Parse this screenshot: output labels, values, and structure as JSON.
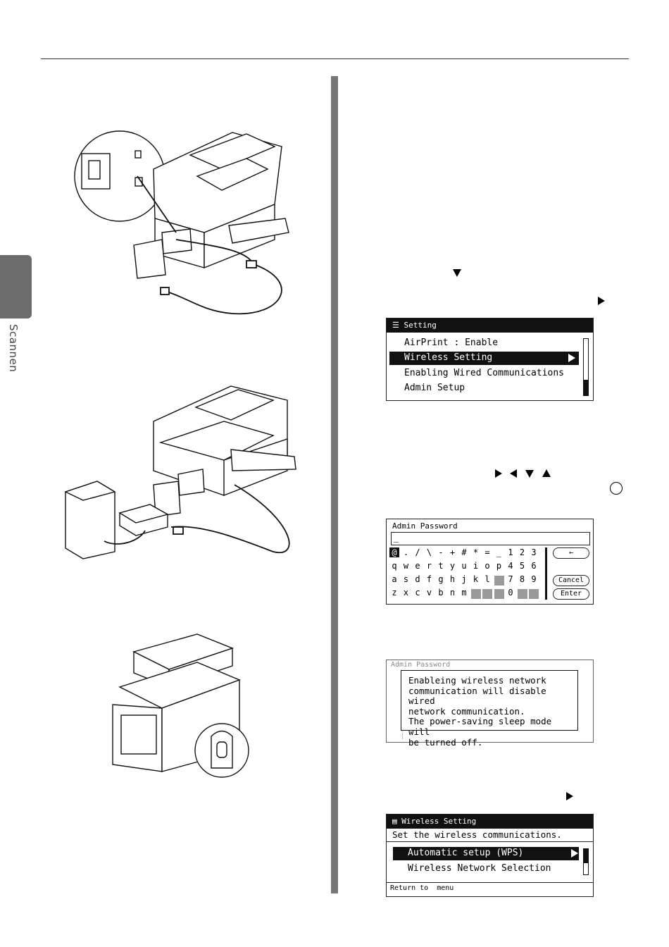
{
  "sidebar": {
    "tab_label": "Scannen"
  },
  "lcd_setting": {
    "header": "Setting",
    "items": [
      "AirPrint : Enable",
      "Wireless Setting",
      "Enabling Wired Communications",
      "Admin Setup"
    ],
    "selected_index": 1
  },
  "lcd_password": {
    "header": "Admin Password",
    "input_value": "_",
    "rows": [
      [
        "@",
        ".",
        "/",
        "\\",
        "-",
        "+",
        "#",
        "*",
        "=",
        "_",
        "1",
        "2",
        "3"
      ],
      [
        "q",
        "w",
        "e",
        "r",
        "t",
        "y",
        "u",
        "i",
        "o",
        "p",
        "4",
        "5",
        "6"
      ],
      [
        "a",
        "s",
        "d",
        "f",
        "g",
        "h",
        "j",
        "k",
        "l",
        "",
        "7",
        "8",
        "9"
      ],
      [
        "z",
        "x",
        "c",
        "v",
        "b",
        "n",
        "m",
        "",
        "",
        "",
        "0",
        "",
        ""
      ]
    ],
    "backspace_label": "←",
    "cancel_label": "Cancel",
    "enter_label": "Enter"
  },
  "lcd_warning": {
    "header": "Admin Password",
    "message_lines": [
      "Enableing wireless network",
      "communication will disable wired",
      "network communication.",
      "The power-saving sleep mode will",
      "be turned off."
    ]
  },
  "lcd_wireless": {
    "header": "Wireless Setting",
    "subtitle": "Set the wireless communications.",
    "items": [
      "Automatic setup (WPS)",
      "Wireless Network Selection"
    ],
    "selected_index": 0,
    "footer": "Return to  menu"
  }
}
